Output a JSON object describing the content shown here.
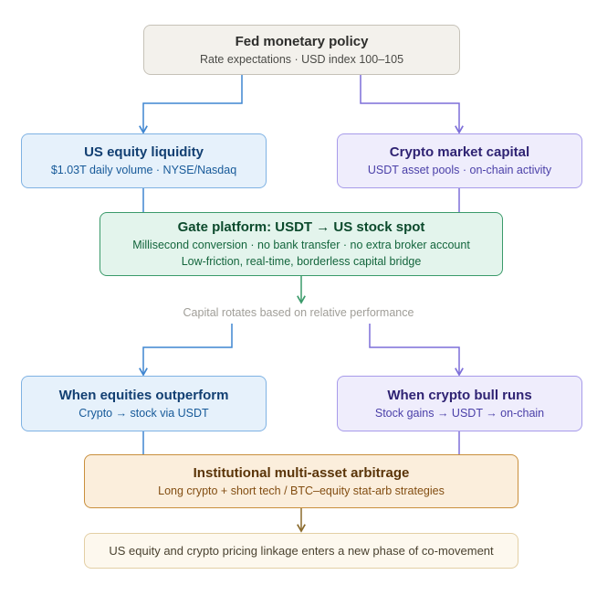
{
  "colors": {
    "blue_line": "#3f86d1",
    "purple_line": "#7d6fd9",
    "green_line": "#3a9a6a",
    "brown_line": "#8a6a2c"
  },
  "nodes": {
    "fed": {
      "title": "Fed monetary policy",
      "sub": "Rate expectations · USD index 100–105"
    },
    "us_equity": {
      "title": "US equity liquidity",
      "sub": "$1.03T daily volume · NYSE/Nasdaq"
    },
    "crypto_capital": {
      "title": "Crypto market capital",
      "sub": "USDT asset pools · on-chain activity"
    },
    "gate": {
      "title": "Gate platform: USDT → US stock spot",
      "sub1": "Millisecond conversion · no bank transfer · no extra broker account",
      "sub2": "Low-friction, real-time, borderless capital bridge"
    },
    "rotation_caption": "Capital rotates based on relative performance",
    "equities_outperform": {
      "title": "When equities outperform",
      "sub": "Crypto → stock via USDT"
    },
    "crypto_bull": {
      "title": "When crypto bull runs",
      "sub": "Stock gains → USDT → on-chain"
    },
    "arbitrage": {
      "title": "Institutional multi-asset arbitrage",
      "sub": "Long crypto + short tech / BTC–equity stat-arb strategies"
    },
    "conclusion": {
      "text": "US equity and crypto pricing linkage enters a new phase of co-movement"
    }
  }
}
